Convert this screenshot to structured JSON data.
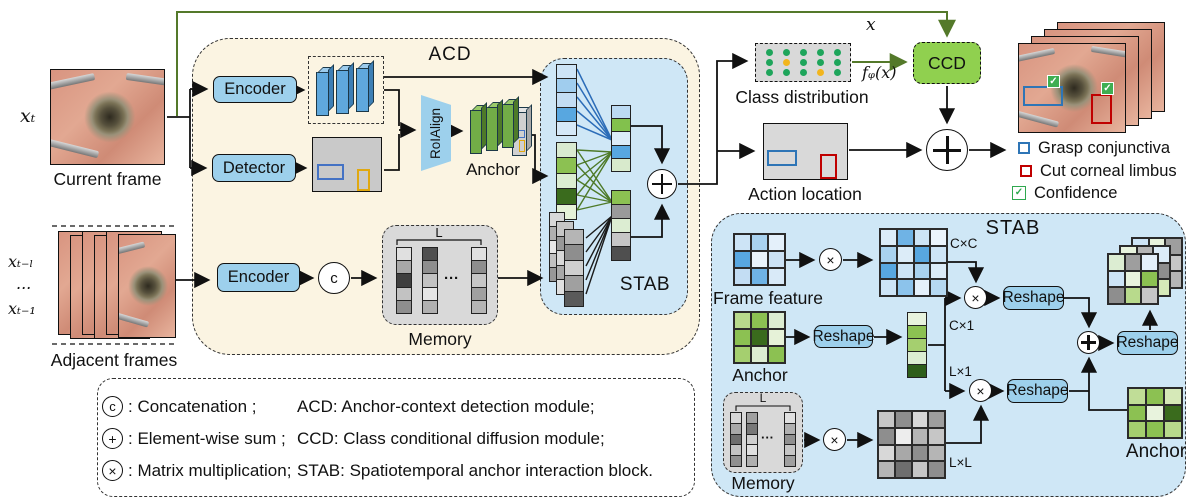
{
  "colors": {
    "acd_fill": "#fbf4e2",
    "stab_fill": "#cfe7f6",
    "module_blue": "#9dd0ec",
    "ccd_green": "#90d04f",
    "green_line": "#54792a",
    "dot_green": "#1ea55b",
    "dot_yellow": "#f2b51d",
    "gray_panel": "#d9d9d9",
    "grasp_blue": "#2e75b6",
    "cut_red": "#c00000",
    "confidence_green": "#2fa84f"
  },
  "inputs": {
    "current_var": "xₜ",
    "current_label": "Current frame",
    "adjacent_var_top": "xₜ₋ₗ",
    "adjacent_dots": "...",
    "adjacent_var_bottom": "xₜ₋₁",
    "adjacent_label": "Adjacent frames"
  },
  "acd": {
    "title": "ACD",
    "encoder_top": "Encoder",
    "detector": "Detector",
    "roialign": "RoIAlign",
    "anchor": "Anchor",
    "encoder_bottom": "Encoder",
    "concat": "c",
    "memory_label": "Memory",
    "memory_len": "L",
    "memory_ellipsis": "···",
    "stab": "STAB"
  },
  "head": {
    "x_var": "x",
    "class_dist_label": "Class distribution",
    "f_phi": "fᵩ(x)",
    "ccd": "CCD",
    "action_label": "Action location",
    "legend": [
      {
        "label": "Grasp conjunctiva"
      },
      {
        "label": "Cut corneal limbus"
      },
      {
        "label": "Confidence"
      }
    ]
  },
  "stab": {
    "title": "STAB",
    "frame_feature": "Frame feature",
    "anchor_in": "Anchor",
    "memory": "Memory",
    "memory_len": "L",
    "memory_ellipsis": "···",
    "anchor_out": "Anchor",
    "reshape": "Reshape",
    "mul": "×",
    "dim_cc": "C×C",
    "dim_c1": "C×1",
    "dim_l1": "L×1",
    "dim_ll": "L×L"
  },
  "legend_box": {
    "rows": [
      {
        "op": "c",
        "text": ": Concatenation ;"
      },
      {
        "op": "+",
        "text": ": Element-wise sum ;"
      },
      {
        "op": "×",
        "text": ": Matrix multiplication;"
      }
    ],
    "defs": [
      "ACD: Anchor-context detection module;",
      "CCD: Class conditional diffusion module;",
      "STAB: Spatiotemporal anchor interaction block."
    ]
  },
  "class_dots": [
    [
      "g",
      "g",
      "g",
      "g",
      "g"
    ],
    [
      "g",
      "y",
      "g",
      "g",
      "g"
    ],
    [
      "g",
      "g",
      "g",
      "y",
      "g"
    ]
  ],
  "grids": {
    "frame_feature": [
      [
        "#cde4f6",
        "#a9d2ef",
        "#e4f0fa"
      ],
      [
        "#58a7e0",
        "#e9f3fb",
        "#cbe2f5"
      ],
      [
        "#c3ddf3",
        "#6fb3e5",
        "#d9eaf8"
      ]
    ],
    "cc": [
      [
        "#dcecf8",
        "#6fb3e5",
        "#cde4f6",
        "#ebf4fc"
      ],
      [
        "#a9d2ef",
        "#dcecf8",
        "#58a7e0",
        "#cde4f6"
      ],
      [
        "#58a7e0",
        "#cde4f6",
        "#a9d2ef",
        "#dcecf8"
      ],
      [
        "#cde4f6",
        "#8cc3eb",
        "#e4f0fa",
        "#b5d8f1"
      ]
    ],
    "anchor_in": [
      [
        "#b8da8c",
        "#8cc152",
        "#dcedd2"
      ],
      [
        "#8cc152",
        "#3a6b1d",
        "#e6f2d8"
      ],
      [
        "#a5cf6f",
        "#dcedd2",
        "#8cc152"
      ]
    ],
    "ll": [
      [
        "#c6c6c6",
        "#8e8e8e",
        "#d8d8d8",
        "#9e9e9e"
      ],
      [
        "#8e8e8e",
        "#ededed",
        "#b5b5b5",
        "#c6c6c6"
      ],
      [
        "#d8d8d8",
        "#a8a8a8",
        "#8e8e8e",
        "#b5b5b5"
      ],
      [
        "#b5b5b5",
        "#6e6e6e",
        "#c6c6c6",
        "#8e8e8e"
      ]
    ],
    "anchor_out": [
      [
        "#c0dd97",
        "#8cc152",
        "#d6e9b8"
      ],
      [
        "#8cc152",
        "#e8f3dd",
        "#3a6b1d"
      ],
      [
        "#a5cf6f",
        "#8cc152",
        "#b8da8c"
      ]
    ],
    "out_back": [
      [
        "#cde4f6",
        "#e8f3dd",
        "#9e9e9e"
      ],
      [
        "#dcedd2",
        "#a9d2ef",
        "#c6c6c6"
      ],
      [
        "#8cc152",
        "#dcecf8",
        "#b5b5b5"
      ]
    ],
    "out_mid": [
      [
        "#e8f3dd",
        "#b5b5b5",
        "#dcecf8"
      ],
      [
        "#a5cf6f",
        "#e6f2d8",
        "#8e8e8e"
      ],
      [
        "#c6c6c6",
        "#8cc152",
        "#d6e9b8"
      ]
    ],
    "out_front": [
      [
        "#dcedd2",
        "#9e9e9e",
        "#e4f0fa"
      ],
      [
        "#cde4f6",
        "#e8f3dd",
        "#8cc152"
      ],
      [
        "#8e8e8e",
        "#b8da8c",
        "#c6c6c6"
      ]
    ]
  },
  "columns": {
    "blue": [
      "#cde4f6",
      "#a0cdee",
      "#c3ddf3",
      "#58a7e0",
      "#d5e8f7"
    ],
    "green": [
      "#d9ead0",
      "#8cc152",
      "#dcedd2",
      "#3a6b1d",
      "#e6f2d8"
    ],
    "mid_top": [
      "#bcdaf2",
      "#82c14d",
      "#dcecf8",
      "#58a7e0",
      "#d8eacc"
    ],
    "mid_bot": [
      "#8cc152",
      "#9a9a9a",
      "#dcedd2",
      "#c6c6c6",
      "#4f4f4f"
    ],
    "stack_a": [
      "#d8d8d8",
      "#b0b0b0",
      "#e6e6e6",
      "#c0c0c0",
      "#989898"
    ],
    "stack_b": [
      "#c6c6c6",
      "#989898",
      "#d8d8d8",
      "#a8a8a8",
      "#e0e0e0"
    ],
    "stack_c": [
      "#b5b5b5",
      "#8e8e8e",
      "#cfcfcf",
      "#a0a0a0",
      "#5a5a5a"
    ],
    "mem_1": [
      "#e0e0e0",
      "#a8a8a8",
      "#3f3f3f",
      "#c2c2c2",
      "#8e8e8e"
    ],
    "mem_2": [
      "#4f4f4f",
      "#8e8e8e",
      "#c2c2c2",
      "#e6e6e6",
      "#b0b0b0"
    ],
    "mem_3": [
      "#e0e0e0",
      "#8e8e8e",
      "#c6c6c6",
      "#a0a0a0",
      "#b5b5b5"
    ],
    "cx1": [
      "#e8f3dd",
      "#8cc152",
      "#a5cf6f",
      "#dcedd2",
      "#2e5e1a"
    ],
    "mem2_1": [
      "#d8d8d8",
      "#a8a8a8",
      "#6e6e6e",
      "#c2c2c2",
      "#909090"
    ],
    "mem2_2": [
      "#a0a0a0",
      "#787878",
      "#cfcfcf",
      "#e0e0e0",
      "#b0b0b0"
    ],
    "mem2_3": [
      "#e0e0e0",
      "#b0b0b0",
      "#909090",
      "#c6c6c6",
      "#a0a0a0"
    ]
  }
}
